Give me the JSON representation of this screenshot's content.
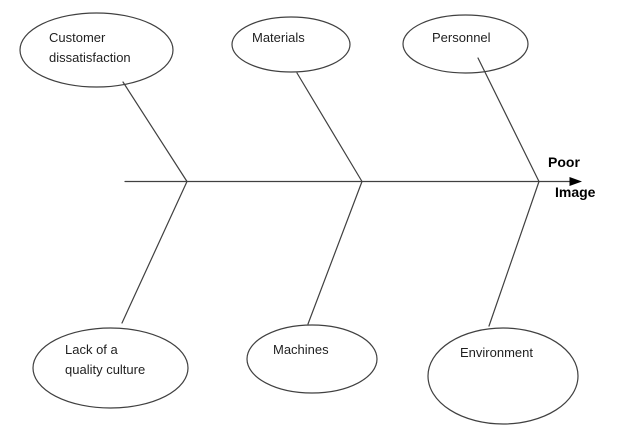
{
  "fishbone": {
    "type": "fishbone-diagram",
    "effect": [
      "Poor",
      "Image"
    ],
    "top_causes": [
      {
        "id": "customer-dissatisfaction",
        "lines": [
          "Customer",
          "dissatisfaction"
        ]
      },
      {
        "id": "materials",
        "lines": [
          "Materials"
        ]
      },
      {
        "id": "personnel",
        "lines": [
          "Personnel"
        ]
      }
    ],
    "bottom_causes": [
      {
        "id": "lack-of-quality-culture",
        "lines": [
          "Lack of a",
          "quality culture"
        ]
      },
      {
        "id": "machines",
        "lines": [
          "Machines"
        ]
      },
      {
        "id": "environment",
        "lines": [
          "Environment"
        ]
      }
    ]
  },
  "colors": {
    "stroke": "#404040",
    "arrow": "#000000",
    "text": "#1f1f1f",
    "background": "#ffffff"
  }
}
